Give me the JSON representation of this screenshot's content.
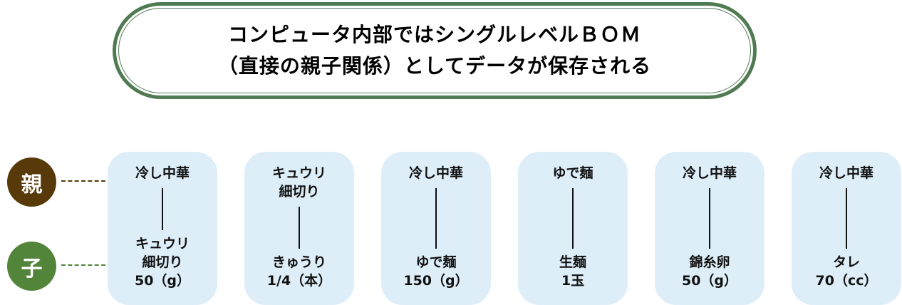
{
  "title": {
    "line1": "コンピュータ内部ではシングルレベルＢＯＭ",
    "line2": "（直接の親子関係）としてデータが保存される"
  },
  "legend": {
    "parent": "親",
    "child": "子",
    "parent_color": "#583a0a",
    "child_color": "#52843a"
  },
  "cards": [
    {
      "parent": "冷し中華",
      "child": "キュウリ\n細切り\n50（g）"
    },
    {
      "parent": "キュウリ\n細切り",
      "child": "きゅうり\n1/4（本）"
    },
    {
      "parent": "冷し中華",
      "child": "ゆで麺\n150（g）"
    },
    {
      "parent": "ゆで麺",
      "child": "生麺\n1玉"
    },
    {
      "parent": "冷し中華",
      "child": "錦糸卵\n50（g）"
    },
    {
      "parent": "冷し中華",
      "child": "タレ\n70（cc）"
    }
  ]
}
